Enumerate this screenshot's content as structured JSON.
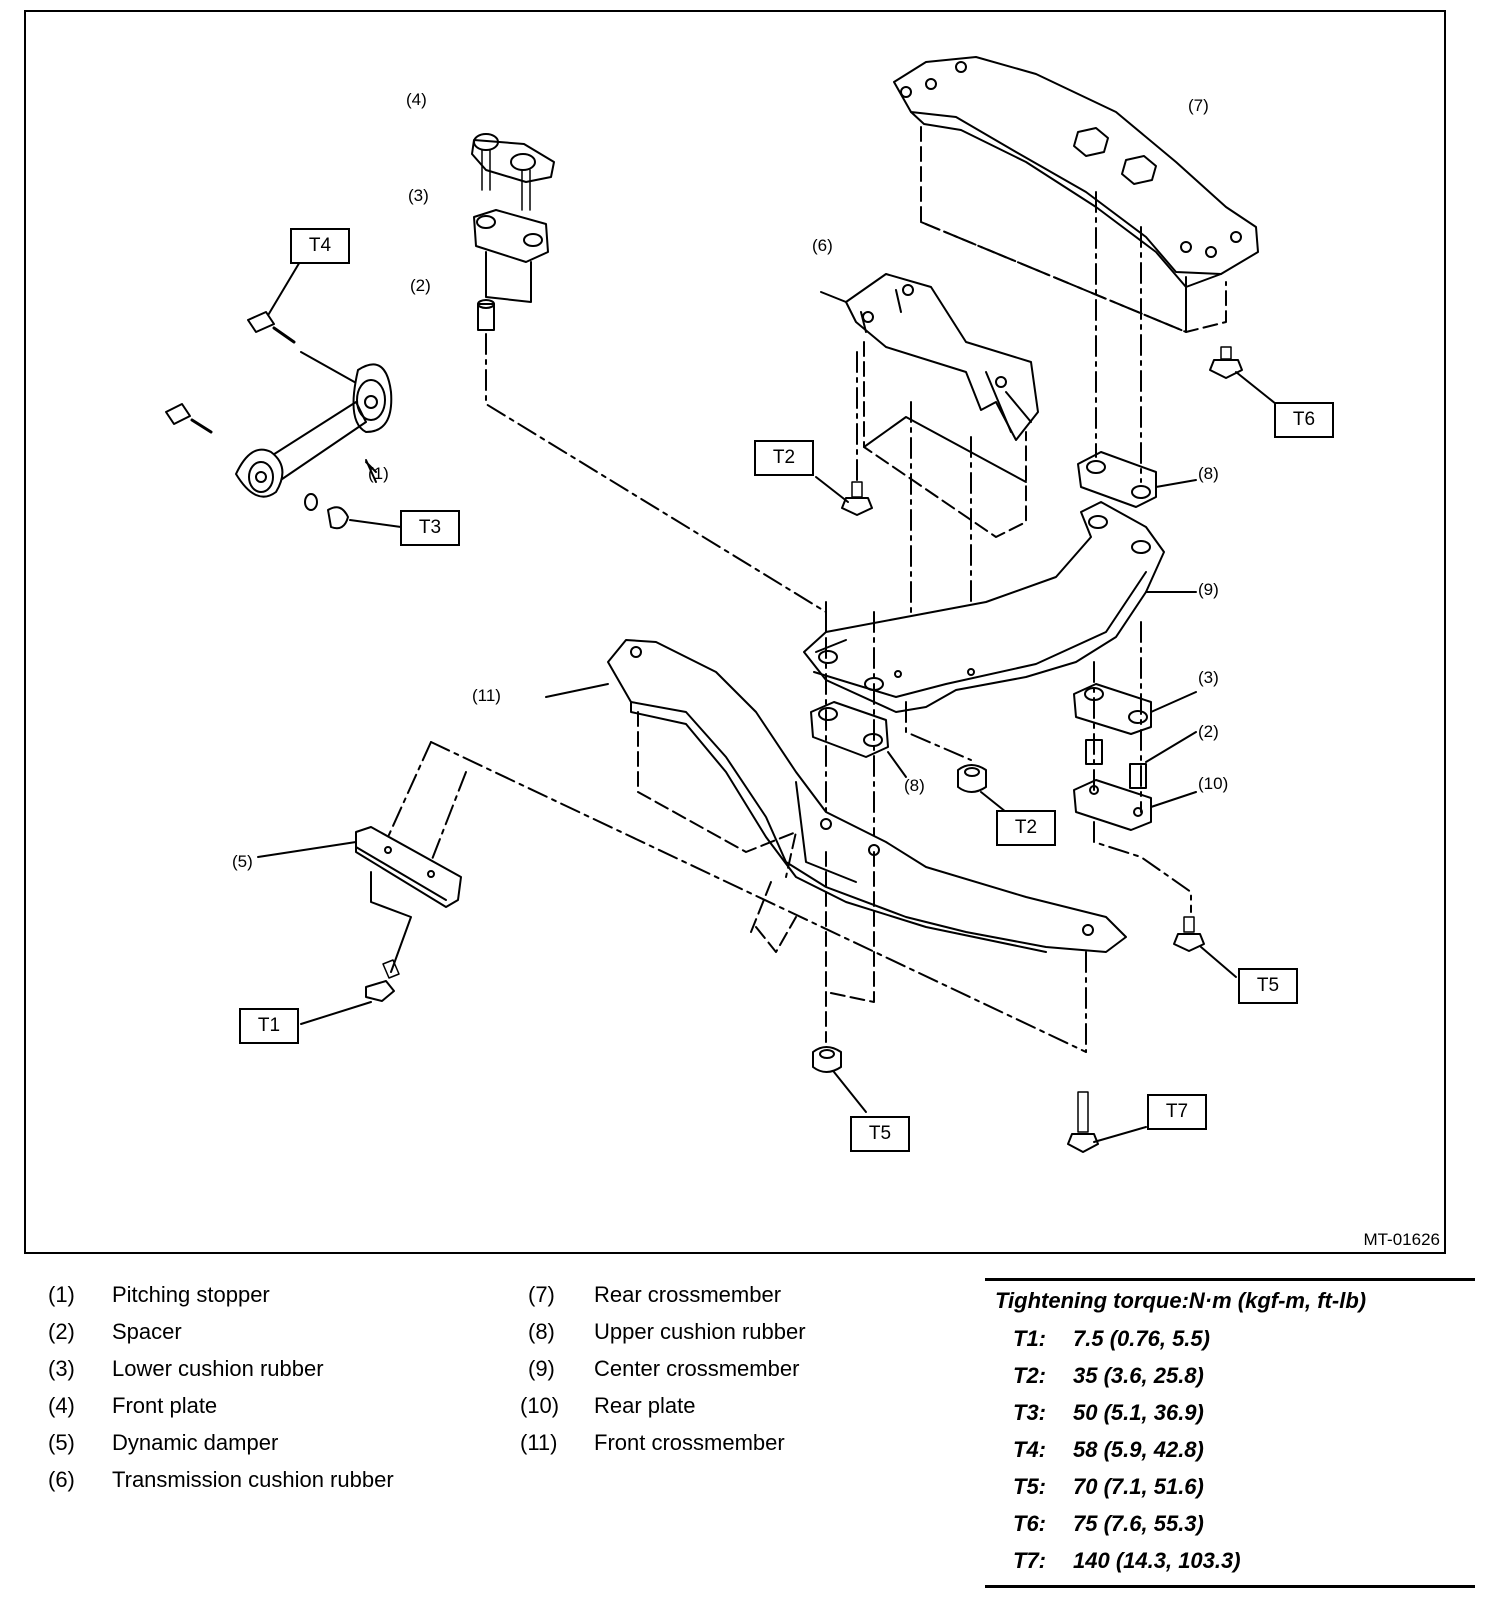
{
  "figure_id": "MT-01626",
  "callouts": {
    "c1": "(1)",
    "c2a": "(2)",
    "c2b": "(2)",
    "c3a": "(3)",
    "c3b": "(3)",
    "c4": "(4)",
    "c5": "(5)",
    "c6": "(6)",
    "c7": "(7)",
    "c8a": "(8)",
    "c8b": "(8)",
    "c9": "(9)",
    "c10": "(10)",
    "c11": "(11)"
  },
  "torque_boxes": {
    "t1": "T1",
    "t2a": "T2",
    "t2b": "T2",
    "t3": "T3",
    "t4": "T4",
    "t5a": "T5",
    "t5b": "T5",
    "t6": "T6",
    "t7": "T7"
  },
  "legend": [
    {
      "num": "(1)",
      "label": "Pitching stopper"
    },
    {
      "num": "(2)",
      "label": "Spacer"
    },
    {
      "num": "(3)",
      "label": "Lower cushion rubber"
    },
    {
      "num": "(4)",
      "label": "Front plate"
    },
    {
      "num": "(5)",
      "label": "Dynamic damper"
    },
    {
      "num": "(6)",
      "label": "Transmission cushion rubber"
    },
    {
      "num": "(7)",
      "label": "Rear crossmember"
    },
    {
      "num": "(8)",
      "label": "Upper cushion rubber"
    },
    {
      "num": "(9)",
      "label": "Center crossmember"
    },
    {
      "num": "(10)",
      "label": "Rear plate"
    },
    {
      "num": "(11)",
      "label": "Front crossmember"
    }
  ],
  "torque_table": {
    "heading": "Tightening torque:N·m (kgf-m, ft-lb)",
    "rows": [
      {
        "code": "T1:",
        "value": "7.5 (0.76, 5.5)"
      },
      {
        "code": "T2:",
        "value": "35 (3.6, 25.8)"
      },
      {
        "code": "T3:",
        "value": "50 (5.1, 36.9)"
      },
      {
        "code": "T4:",
        "value": "58 (5.9, 42.8)"
      },
      {
        "code": "T5:",
        "value": "70 (7.1, 51.6)"
      },
      {
        "code": "T6:",
        "value": "75 (7.6, 55.3)"
      },
      {
        "code": "T7:",
        "value": "140 (14.3, 103.3)"
      }
    ]
  }
}
